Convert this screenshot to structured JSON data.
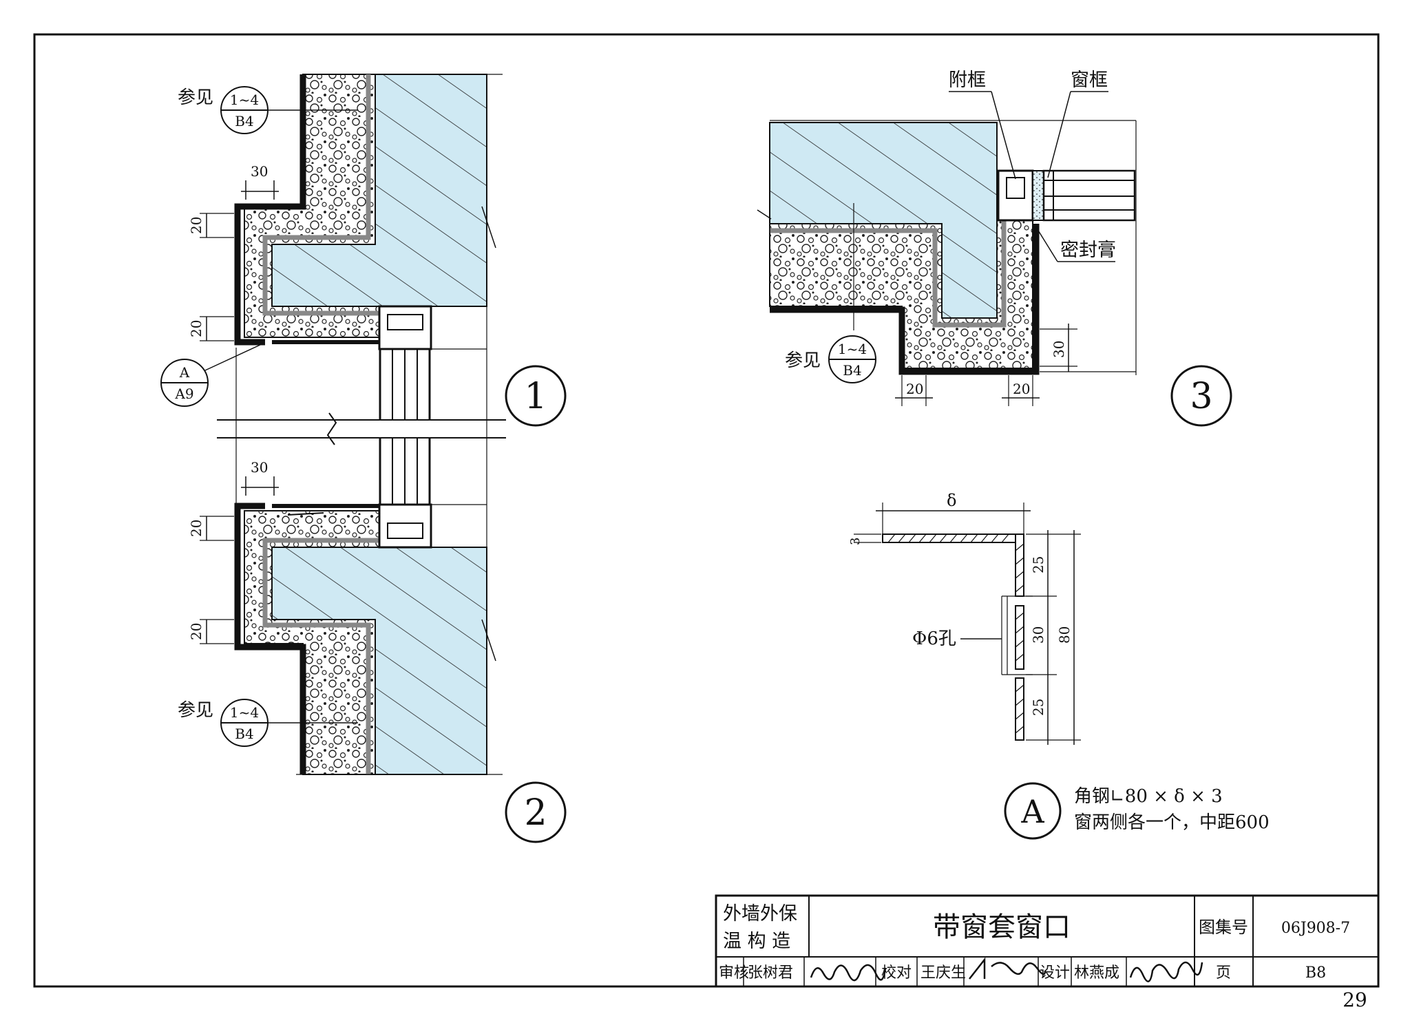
{
  "page_number": "29",
  "title_block": {
    "category_line1": "外墙外保",
    "category_line2": "温 构 造",
    "title": "带窗套窗口",
    "atlas_label": "图集号",
    "atlas_number": "06J908-7",
    "page_label": "页",
    "page_code": "B8",
    "review_label": "审核",
    "reviewer": "张树君",
    "check_label": "校对",
    "checker": "王庆生",
    "design_label": "设计",
    "designer": "林燕成"
  },
  "details": {
    "detail1_number": "1",
    "detail2_number": "2",
    "detail3_number": "3",
    "detailA_letter": "A"
  },
  "callouts": {
    "see_label": "参见",
    "ref_top": "1~4",
    "ref_bottom": "B4",
    "a9_top": "A",
    "a9_bottom": "A9"
  },
  "dimensions": {
    "d30": "30",
    "d20": "20",
    "d25": "25",
    "d80": "80",
    "d3": "3",
    "delta": "δ"
  },
  "labels": {
    "sub_frame": "附框",
    "window_frame": "窗框",
    "sealant": "密封膏",
    "hole": "Φ6孔"
  },
  "note_a": {
    "line1": "角钢∟80 × δ × 3",
    "line2": "窗两侧各一个，中距600"
  },
  "colors": {
    "concrete_fill": "#cfe9f3",
    "line": "#111111",
    "foam_fill": "#ffffff"
  }
}
